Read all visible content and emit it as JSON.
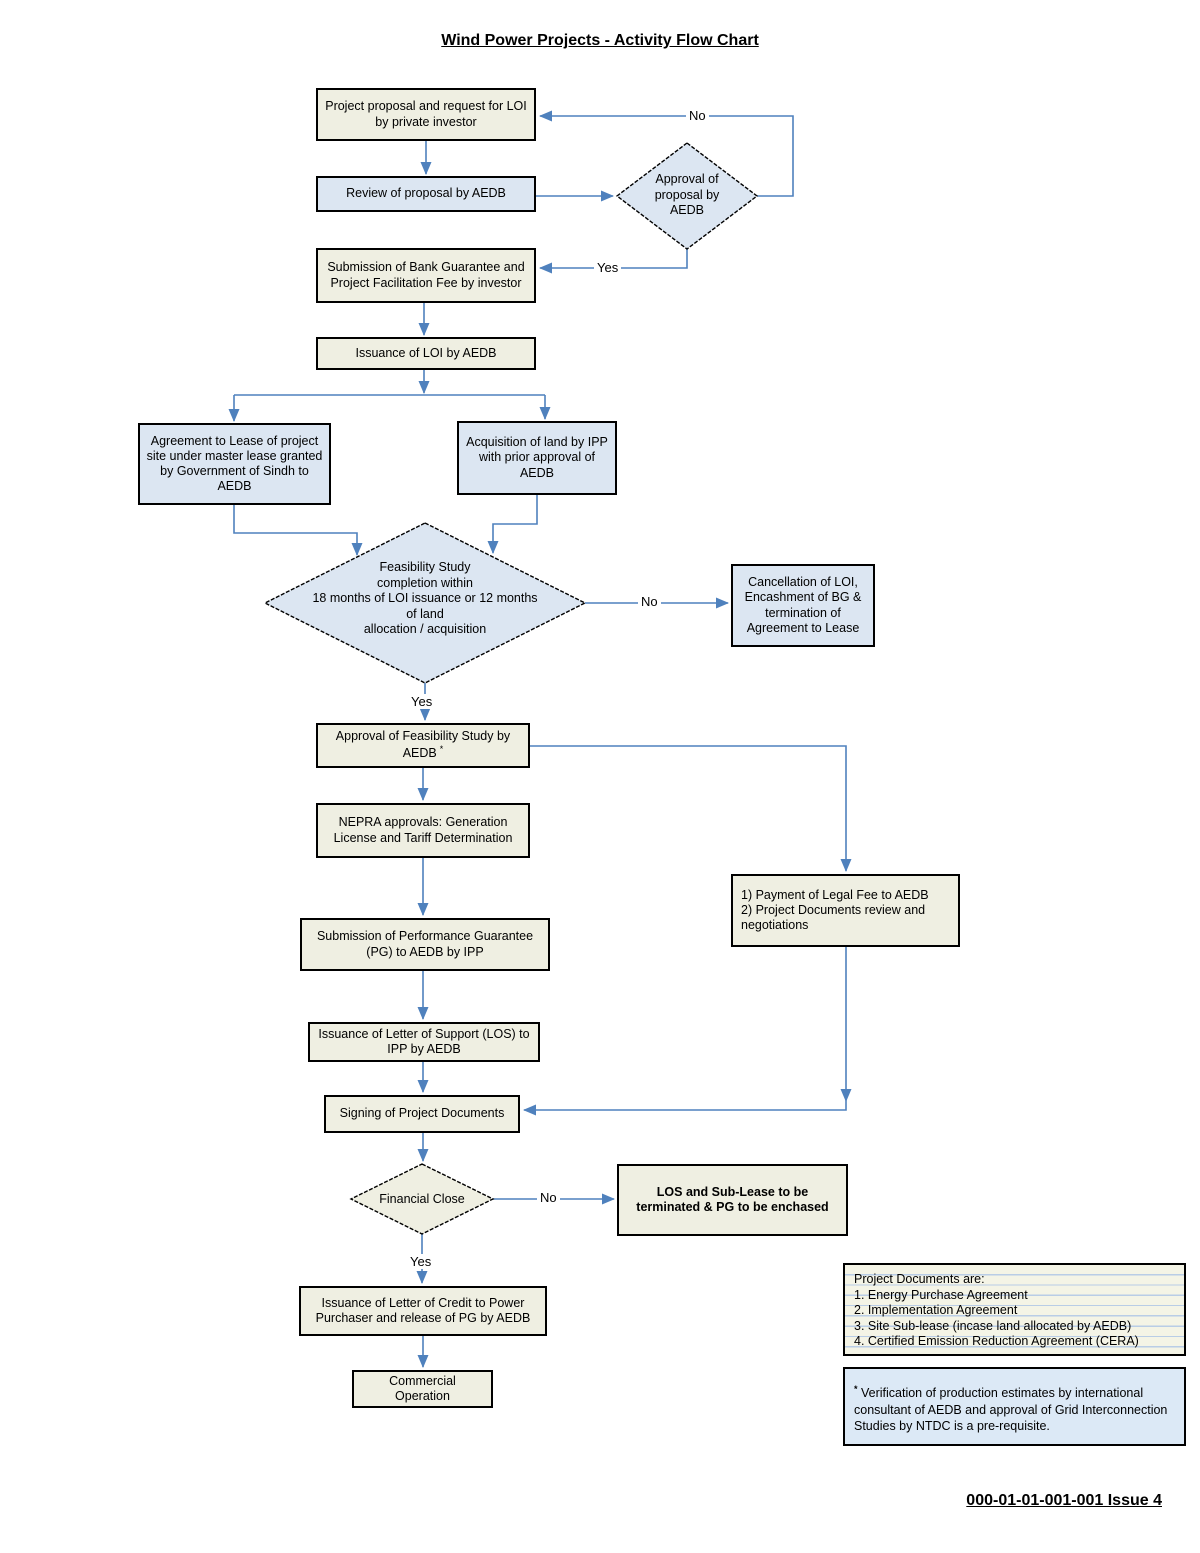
{
  "title": "Wind Power Projects -  Activity Flow Chart",
  "footer": "000-01-01-001-001 Issue 4",
  "colors": {
    "process_fill": "#efefe2",
    "alternate_fill": "#dce6f2",
    "note_fill": "#dce9f6",
    "arrow": "#4f81bd",
    "border": "#000000",
    "rule_line": "#b9cde6"
  },
  "edge_labels": {
    "approval_no": "No",
    "approval_yes": "Yes",
    "feasibility_no": "No",
    "feasibility_yes": "Yes",
    "financial_no": "No",
    "financial_yes": "Yes"
  },
  "nodes": {
    "project_proposal": {
      "label": "Project proposal and request for LOI by private investor"
    },
    "review_proposal": {
      "label": "Review of proposal by AEDB"
    },
    "approval_decision": {
      "lines": [
        "Approval of",
        "proposal by",
        "AEDB"
      ]
    },
    "bank_guarantee": {
      "label": "Submission of Bank Guarantee and Project Facilitation Fee by investor"
    },
    "loi_issuance": {
      "label": "Issuance of LOI by AEDB"
    },
    "lease_agreement": {
      "label": "Agreement to Lease of project site  under master lease granted by Government of Sindh to AEDB"
    },
    "land_acquisition": {
      "label": "Acquisition of land by IPP with prior approval of AEDB"
    },
    "feasibility_decision": {
      "lines": [
        "Feasibility Study",
        "completion within",
        "18 months of LOI issuance or 12 months",
        "of land",
        "allocation / acquisition"
      ]
    },
    "cancellation": {
      "label": "Cancellation of LOI, Encashment of BG & termination of Agreement to Lease"
    },
    "feasibility_approval": {
      "label": "Approval of Feasibility Study by AEDB",
      "sup": "*"
    },
    "nepra_approvals": {
      "label": "NEPRA approvals: Generation License and Tariff Determination"
    },
    "legal_fee": {
      "lines": [
        "1)  Payment of Legal Fee to AEDB",
        "2) Project Documents review and negotiations"
      ]
    },
    "pg_submission": {
      "label": "Submission of Performance Guarantee (PG) to AEDB by IPP"
    },
    "los_issuance": {
      "label": "Issuance of Letter of Support (LOS) to IPP by AEDB"
    },
    "signing_documents": {
      "label": "Signing of Project Documents"
    },
    "financial_close": {
      "label": "Financial Close"
    },
    "los_termination": {
      "label": "LOS and Sub-Lease to be terminated & PG to be enchased"
    },
    "credit_letter": {
      "label": "Issuance of Letter of Credit to Power Purchaser and release of PG by AEDB"
    },
    "commercial_operation": {
      "label": "Commercial Operation"
    }
  },
  "notes": {
    "project_documents": {
      "lines": [
        "Project Documents are:",
        "1. Energy Purchase Agreement",
        "2. Implementation Agreement",
        "3. Site Sub-lease (incase land allocated by AEDB)",
        "4. Certified Emission Reduction Agreement (CERA)"
      ]
    },
    "verification": {
      "asterisk": "*",
      "text": " Verification of production estimates by international consultant of AEDB and approval of Grid Interconnection Studies by NTDC is a pre-requisite."
    }
  }
}
